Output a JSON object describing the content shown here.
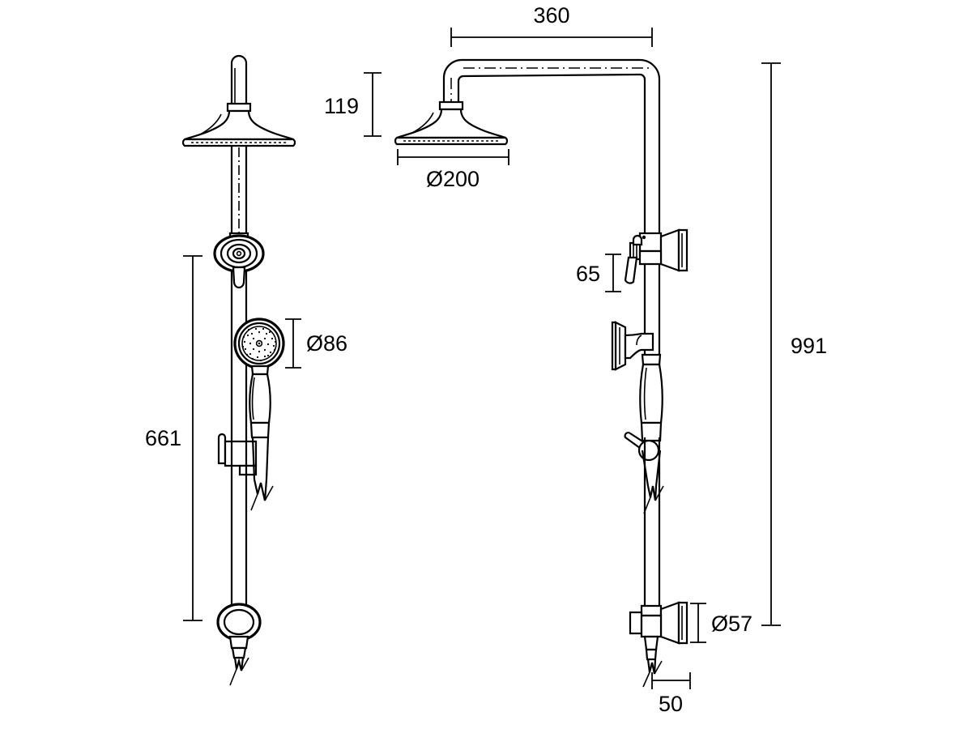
{
  "drawing": {
    "title": "Shower column technical drawing",
    "units": "mm",
    "background_color": "#ffffff",
    "line_color": "#000000",
    "views": [
      {
        "name": "front-elevation",
        "position": "left"
      },
      {
        "name": "side-elevation",
        "position": "right"
      }
    ]
  },
  "dimensions": {
    "arm_reach": {
      "label": "360",
      "value": 360,
      "orientation": "horizontal",
      "view": "side-elevation",
      "feature": "overhead-arm-reach"
    },
    "head_height": {
      "label": "119",
      "value": 119,
      "orientation": "vertical",
      "view": "side-elevation",
      "feature": "rain-head-height"
    },
    "head_diameter": {
      "label": "Ø200",
      "value": 200,
      "orientation": "horizontal",
      "view": "side-elevation",
      "feature": "rain-shower-head-diameter"
    },
    "handshower_diameter": {
      "label": "Ø86",
      "value": 86,
      "orientation": "vertical",
      "view": "front-elevation",
      "feature": "hand-shower-face-diameter"
    },
    "rail_length": {
      "label": "661",
      "value": 661,
      "orientation": "vertical",
      "view": "front-elevation",
      "feature": "riser-rail-length"
    },
    "overall_height": {
      "label": "991",
      "value": 991,
      "orientation": "vertical",
      "view": "side-elevation",
      "feature": "overall-height"
    },
    "diverter_height": {
      "label": "65",
      "value": 65,
      "orientation": "vertical",
      "view": "side-elevation",
      "feature": "diverter-handle-height"
    },
    "wall_flange_diameter": {
      "label": "Ø57",
      "value": 57,
      "orientation": "vertical",
      "view": "side-elevation",
      "feature": "wall-inlet-flange-diameter"
    },
    "wall_projection": {
      "label": "50",
      "value": 50,
      "orientation": "horizontal",
      "view": "side-elevation",
      "feature": "wall-inlet-projection"
    }
  },
  "components": {
    "rain_head": "rain-shower-head",
    "overhead_arm": "overhead-shower-arm",
    "riser_rail": "riser-rail",
    "diverter": "diverter-valve",
    "hand_shower": "hand-shower",
    "hand_shower_holder": "hand-shower-holder",
    "hose": "shower-hose",
    "wall_inlet": "wall-inlet-elbow"
  }
}
